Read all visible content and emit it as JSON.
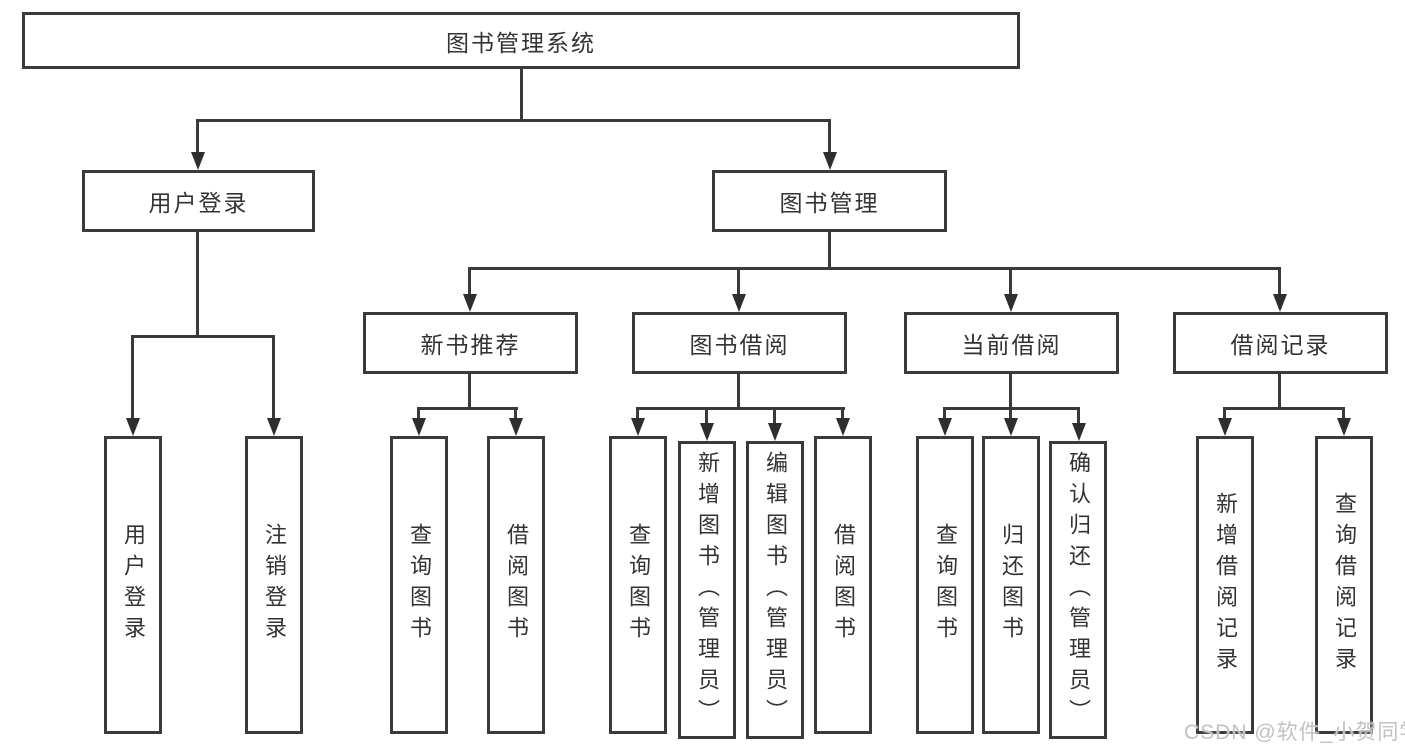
{
  "diagram": {
    "root": "图书管理系统",
    "branches": [
      {
        "label": "用户登录",
        "children": [
          "用户登录",
          "注销登录"
        ]
      },
      {
        "label": "图书管理",
        "groups": [
          {
            "label": "新书推荐",
            "children": [
              "查询图书",
              "借阅图书"
            ]
          },
          {
            "label": "图书借阅",
            "children": [
              "查询图书",
              "新增图书（管理员）",
              "编辑图书（管理员）",
              "借阅图书"
            ]
          },
          {
            "label": "当前借阅",
            "children": [
              "查询图书",
              "归还图书",
              "确认归还（管理员）"
            ]
          },
          {
            "label": "借阅记录",
            "children": [
              "新增借阅记录",
              "查询借阅记录"
            ]
          }
        ]
      }
    ]
  },
  "watermark": "CSDN @软件_小贺同学"
}
